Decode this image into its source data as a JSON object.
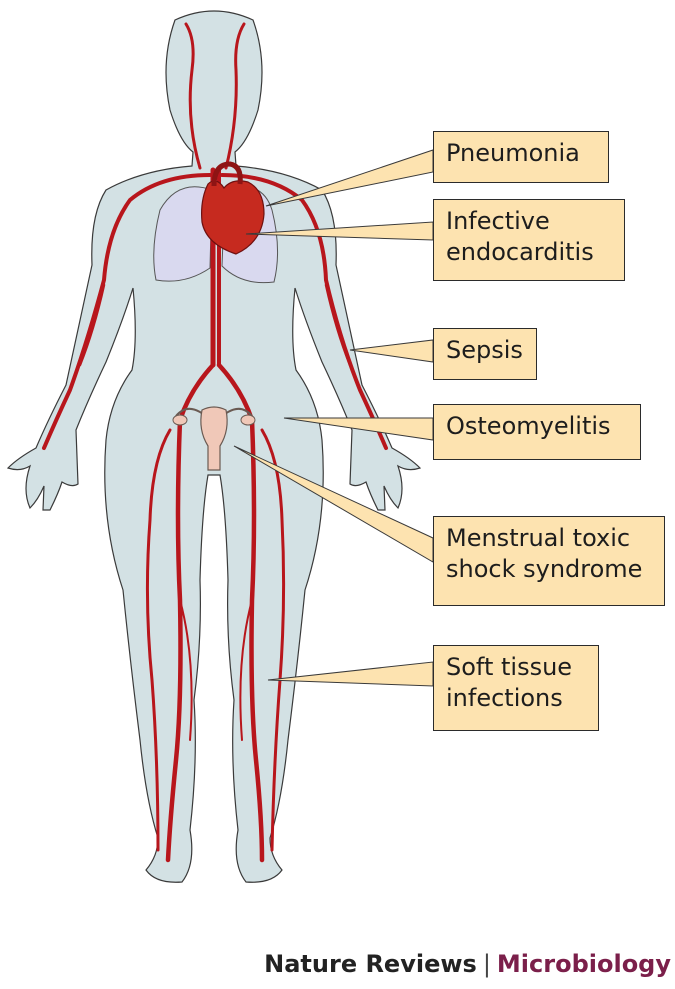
{
  "colors": {
    "body_fill": "#d3e1e4",
    "body_outline": "#3a3a3a",
    "vessel": "#b8161c",
    "lung": "#d9d9ef",
    "heart": "#c62a1f",
    "uterus": "#f0c8b8",
    "callout_fill": "#fde3b0",
    "journal_text": "#222222",
    "field_text": "#7b1f4a"
  },
  "callouts": [
    {
      "id": "pneumonia",
      "lines": [
        "Pneumonia"
      ]
    },
    {
      "id": "endocarditis",
      "lines": [
        "Infective",
        "endocarditis"
      ]
    },
    {
      "id": "sepsis",
      "lines": [
        "Sepsis"
      ]
    },
    {
      "id": "osteomyelitis",
      "lines": [
        "Osteomyelitis"
      ]
    },
    {
      "id": "tss",
      "lines": [
        "Menstrual toxic",
        "shock syndrome"
      ]
    },
    {
      "id": "soft_tissue",
      "lines": [
        "Soft tissue",
        "infections"
      ]
    }
  ],
  "credit": {
    "journal": "Nature Reviews",
    "separator": "|",
    "field": "Microbiology"
  }
}
